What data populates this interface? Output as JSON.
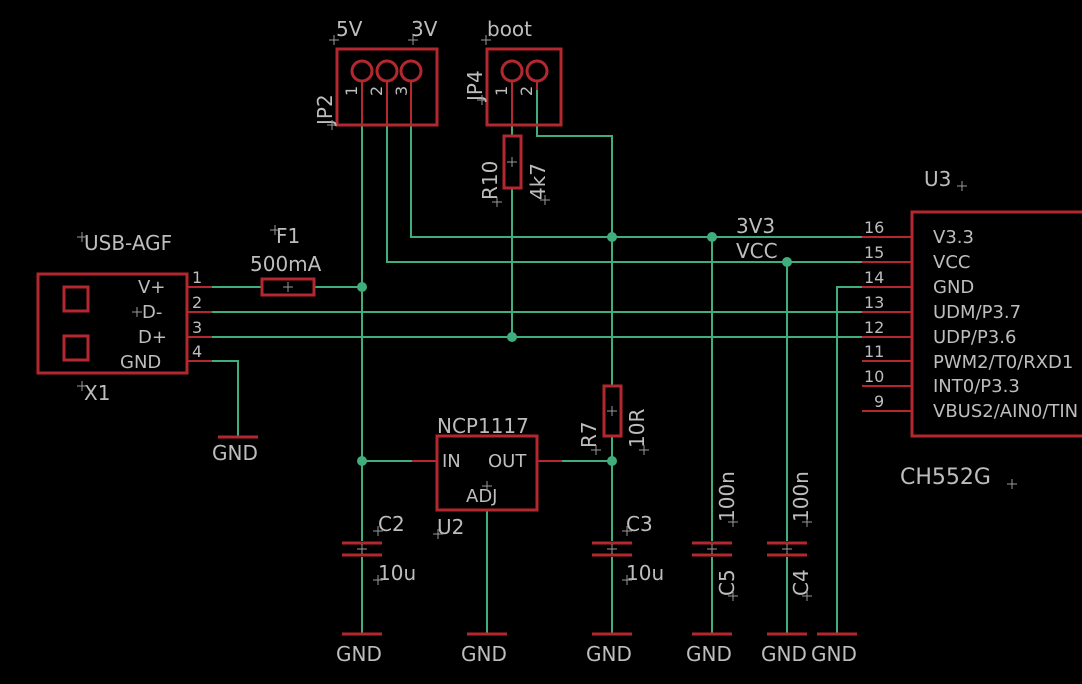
{
  "parts": {
    "usb": {
      "name": "USB-AGF",
      "ref": "X1",
      "pins": [
        "V+",
        "D-",
        "D+",
        "GND"
      ],
      "pin_numbers": [
        "1",
        "2",
        "3",
        "4"
      ]
    },
    "fuse": {
      "ref": "F1",
      "value": "500mA"
    },
    "jp2": {
      "ref": "JP2",
      "label_left": "5V",
      "label_right": "3V",
      "pins": [
        "1",
        "2",
        "3"
      ]
    },
    "jp4": {
      "ref": "JP4",
      "label": "boot",
      "pins": [
        "1",
        "2"
      ]
    },
    "r10": {
      "ref": "R10",
      "value": "4k7"
    },
    "r7": {
      "ref": "R7",
      "value": "10R"
    },
    "u2": {
      "name": "NCP1117",
      "ref": "U2",
      "in": "IN",
      "out": "OUT",
      "adj": "ADJ"
    },
    "c2": {
      "ref": "C2",
      "value": "10u"
    },
    "c3": {
      "ref": "C3",
      "value": "10u"
    },
    "c4": {
      "ref": "C4",
      "value": "100n"
    },
    "c5": {
      "ref": "C5",
      "value": "100n"
    },
    "u3": {
      "ref": "U3",
      "name": "CH552G",
      "pins": [
        {
          "num": "16",
          "name": "V3.3"
        },
        {
          "num": "15",
          "name": "VCC"
        },
        {
          "num": "14",
          "name": "GND"
        },
        {
          "num": "13",
          "name": "UDM/P3.7"
        },
        {
          "num": "12",
          "name": "UDP/P3.6"
        },
        {
          "num": "11",
          "name": "PWM2/T0/RXD1"
        },
        {
          "num": "10",
          "name": "INT0/P3.3"
        },
        {
          "num": "9",
          "name": "VBUS2/AIN0/TIN"
        }
      ]
    }
  },
  "nets": {
    "v3v3": "3V3",
    "vcc": "VCC",
    "gnd": "GND"
  }
}
